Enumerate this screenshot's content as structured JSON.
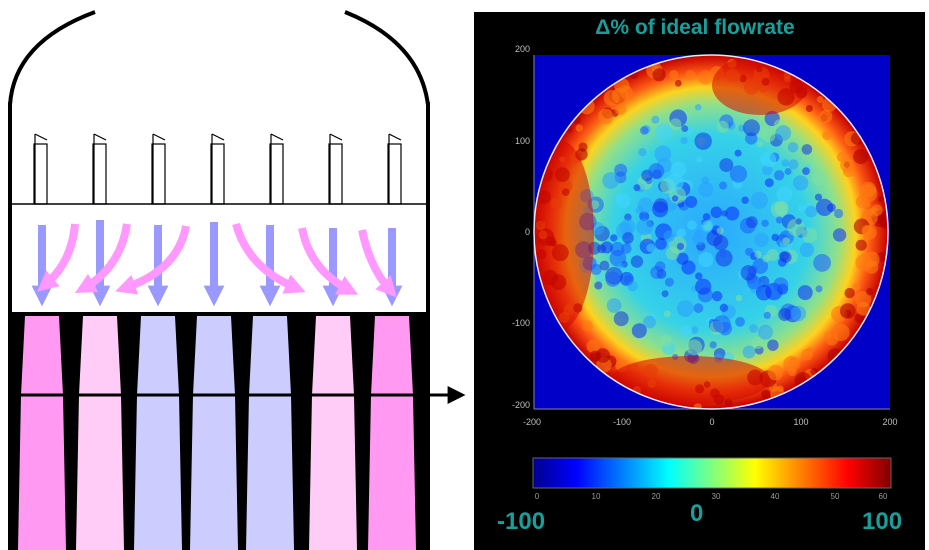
{
  "panel": {
    "title": "Δ% of ideal flowrate",
    "title_color": "#1a9e9a",
    "background": "#000000"
  },
  "axes": {
    "y_ticks": [
      "200",
      "100",
      "0",
      "-100",
      "-200"
    ],
    "x_ticks": [
      "-200",
      "-100",
      "0",
      "100",
      "200"
    ],
    "range": [
      -200,
      200
    ]
  },
  "colorbar": {
    "ticks": [
      "0",
      "10",
      "20",
      "30",
      "40",
      "50",
      "60"
    ],
    "range": [
      0,
      60
    ],
    "colors": [
      "#00008f",
      "#0000ff",
      "#00ffff",
      "#ffff00",
      "#ff0000",
      "#800000"
    ]
  },
  "scale_labels": {
    "min": "-100",
    "mid": "0",
    "max": "100",
    "color": "#1a9e9a"
  },
  "tower": {
    "downcomer_count": 7,
    "pipe_colors": [
      "#ff99f2",
      "#ffccf8",
      "#ccccff",
      "#ccccff",
      "#ccccff",
      "#ffccf8",
      "#ff99f2"
    ],
    "straight_arrow_color": "#9999ff",
    "curved_arrow_color": "#ff99ff"
  }
}
